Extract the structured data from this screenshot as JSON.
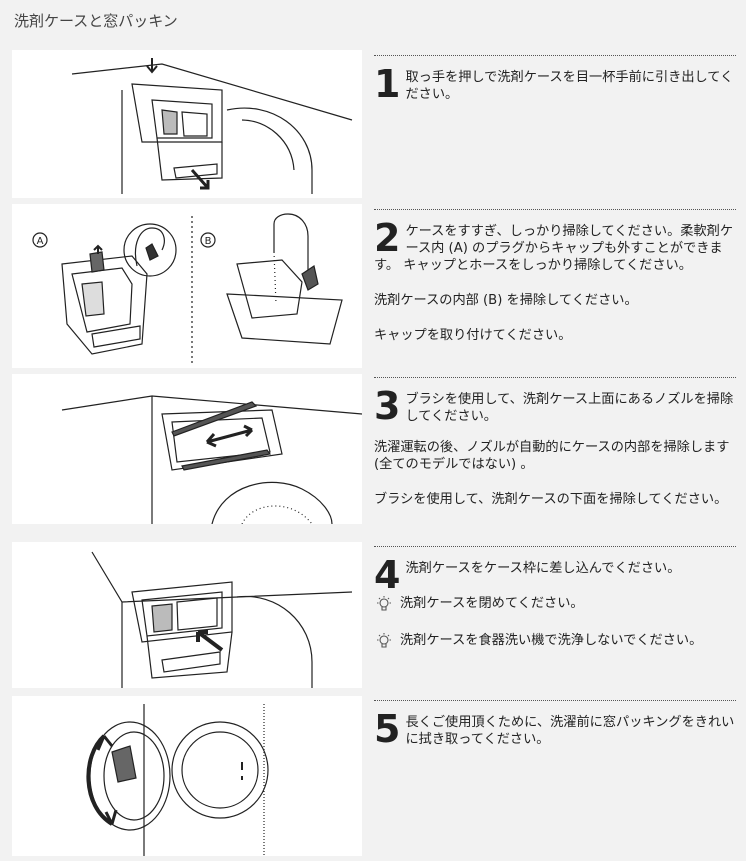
{
  "page": {
    "title": "洗剤ケースと窓パッキン"
  },
  "labels": {
    "a": "A",
    "b": "B"
  },
  "steps": [
    {
      "number": "1",
      "lines": [
        "取っ手を押しで洗剤ケースを目一杯手前に引き出してください。"
      ]
    },
    {
      "number": "2",
      "lines": [
        "ケースをすすぎ、しっかり掃除してください。柔軟剤ケース内 (A) のプラグからキャップも外すことができます。 キャップとホースをしっかり掃除してください。",
        "洗剤ケースの内部 (B) を掃除してください。",
        "キャップを取り付けてください。"
      ]
    },
    {
      "number": "3",
      "lines": [
        "ブラシを使用して、洗剤ケース上面にあるノズルを掃除してください。",
        "洗濯運転の後、ノズルが自動的にケースの内部を掃除します (全てのモデルではない) 。",
        "ブラシを使用して、洗剤ケースの下面を掃除してください。"
      ]
    },
    {
      "number": "4",
      "lines": [
        "洗剤ケースをケース枠に差し込んでください。"
      ],
      "tips": [
        "洗剤ケースを閉めてください。",
        "洗剤ケースを食器洗い機で洗浄しないでください。"
      ]
    },
    {
      "number": "5",
      "lines": [
        "長くご使用頂くために、洗濯前に窓パッキングをきれいに拭き取ってください。"
      ]
    }
  ],
  "icons": {
    "tip": "lightbulb-icon"
  }
}
